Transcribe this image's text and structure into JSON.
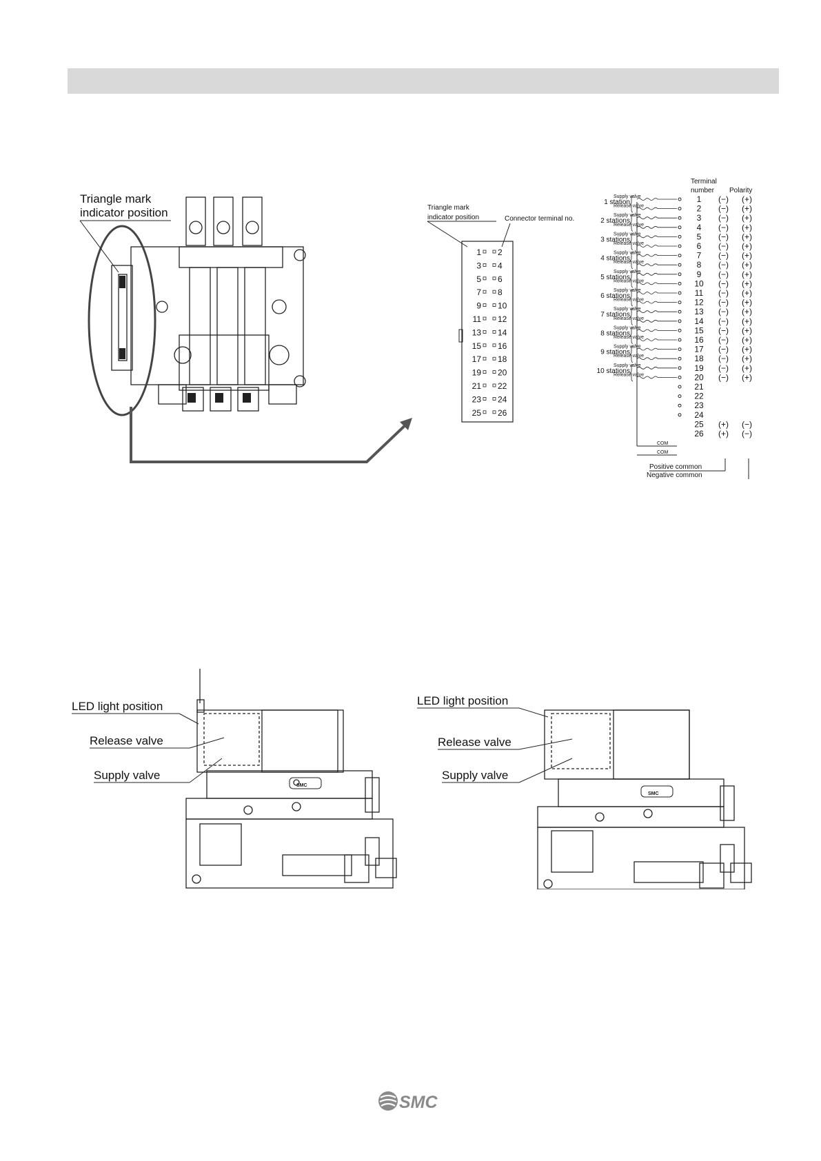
{
  "diagram_top": {
    "left_label_line1": "Triangle mark",
    "left_label_line2": "indicator position",
    "pin_label_line1": "Triangle mark",
    "pin_label_line2": "indicator position",
    "connector_terminal_label": "Connector terminal no.",
    "pins_left": [
      "1",
      "3",
      "5",
      "7",
      "9",
      "11",
      "13",
      "15",
      "17",
      "19",
      "21",
      "23",
      "25"
    ],
    "pins_right": [
      "2",
      "4",
      "6",
      "8",
      "10",
      "12",
      "14",
      "16",
      "18",
      "20",
      "22",
      "24",
      "26"
    ]
  },
  "wiring": {
    "header_terminal": "Terminal",
    "header_number": "number",
    "header_polarity": "Polarity",
    "stations": [
      "1 station",
      "2 stations",
      "3 stations",
      "4 stations",
      "5 stations",
      "6 stations",
      "7 stations",
      "8 stations",
      "9 stations",
      "10 stations"
    ],
    "supply_label": "Supply valve",
    "release_label": "Release valve",
    "terminals": [
      "1",
      "2",
      "3",
      "4",
      "5",
      "6",
      "7",
      "8",
      "9",
      "10",
      "11",
      "12",
      "13",
      "14",
      "15",
      "16",
      "17",
      "18",
      "19",
      "20",
      "21",
      "22",
      "23",
      "24",
      "25",
      "26"
    ],
    "polarity_positive": [
      "(−)",
      "(+)"
    ],
    "polarity_com": [
      "(+)",
      "(−)"
    ],
    "com_label": "COM",
    "positive_common": "Positive common",
    "negative_common": "Negative common"
  },
  "diagram_bottom": {
    "led_left": "LED light position",
    "release_left": "Release valve",
    "supply_left": "Supply valve",
    "led_right": "LED light position",
    "release_right": "Release valve",
    "supply_right": "Supply valve",
    "badge_text": "SMC"
  },
  "footer": {
    "logo_text": "SMC"
  }
}
